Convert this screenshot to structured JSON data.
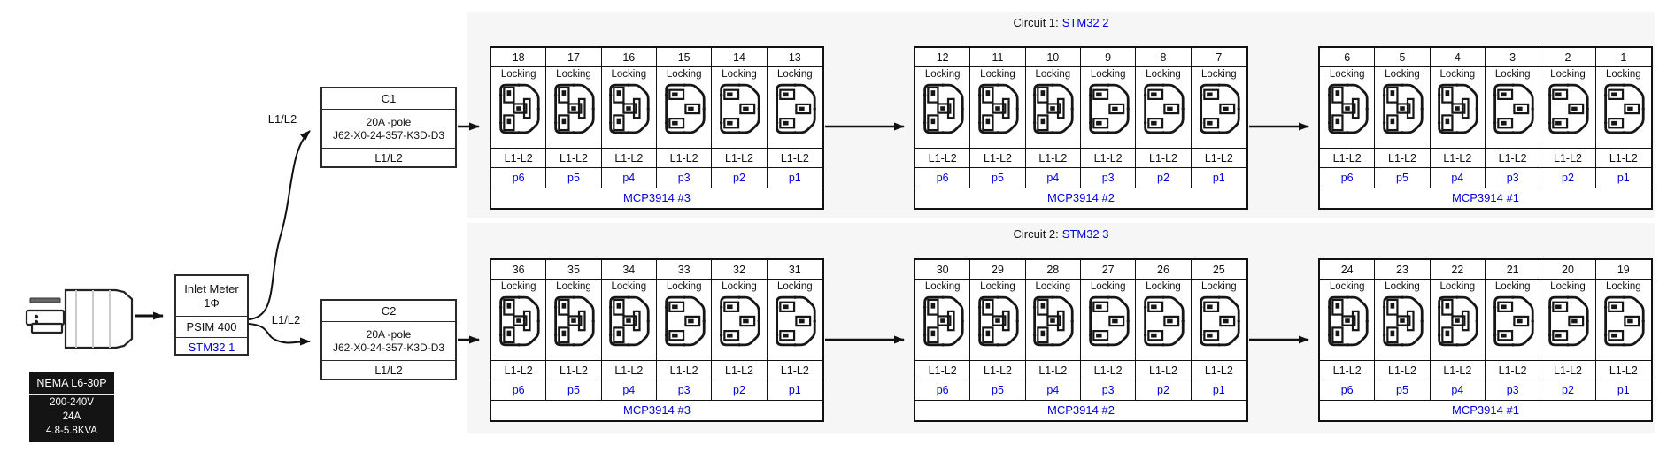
{
  "colors": {
    "blue": "#0000dd",
    "panel_bg": "#f6f6f6",
    "ink": "#141414"
  },
  "nema_label": {
    "title": "NEMA L6-30P",
    "specs": [
      "200-240V",
      "24A",
      "4.8-5.8KVA"
    ]
  },
  "inlet_meter": {
    "name": "Inlet Meter",
    "phase": "1Φ",
    "model": "PSIM 400",
    "mcu": "STM32 1"
  },
  "feeder_labels": {
    "to_c1": "L1/L2",
    "to_c2": "L1/L2"
  },
  "breakers": [
    {
      "id": "C1",
      "rating": "20A -pole",
      "part": "J62-X0-24-357-K3D-D3",
      "lines": "L1/L2"
    },
    {
      "id": "C2",
      "rating": "20A -pole",
      "part": "J62-X0-24-357-K3D-D3",
      "lines": "L1/L2"
    }
  ],
  "outlet_defaults": {
    "type_label": "Locking",
    "pair_label": "L1-L2"
  },
  "circuits": [
    {
      "title": "Circuit 1:",
      "mcu": "STM32 2",
      "groups": [
        {
          "adc": "MCP3914 #3",
          "outlets": [
            {
              "n": "18",
              "icon": "a",
              "ch": "p6"
            },
            {
              "n": "17",
              "icon": "a",
              "ch": "p5"
            },
            {
              "n": "16",
              "icon": "a",
              "ch": "p4"
            },
            {
              "n": "15",
              "icon": "b",
              "ch": "p3"
            },
            {
              "n": "14",
              "icon": "b",
              "ch": "p2"
            },
            {
              "n": "13",
              "icon": "b",
              "ch": "p1"
            }
          ]
        },
        {
          "adc": "MCP3914 #2",
          "outlets": [
            {
              "n": "12",
              "icon": "a",
              "ch": "p6"
            },
            {
              "n": "11",
              "icon": "a",
              "ch": "p5"
            },
            {
              "n": "10",
              "icon": "a",
              "ch": "p4"
            },
            {
              "n": "9",
              "icon": "b",
              "ch": "p3"
            },
            {
              "n": "8",
              "icon": "b",
              "ch": "p2"
            },
            {
              "n": "7",
              "icon": "b",
              "ch": "p1"
            }
          ]
        },
        {
          "adc": "MCP3914 #1",
          "outlets": [
            {
              "n": "6",
              "icon": "a",
              "ch": "p6"
            },
            {
              "n": "5",
              "icon": "a",
              "ch": "p5"
            },
            {
              "n": "4",
              "icon": "a",
              "ch": "p4"
            },
            {
              "n": "3",
              "icon": "b",
              "ch": "p3"
            },
            {
              "n": "2",
              "icon": "b",
              "ch": "p2"
            },
            {
              "n": "1",
              "icon": "b",
              "ch": "p1"
            }
          ]
        }
      ]
    },
    {
      "title": "Circuit 2:",
      "mcu": "STM32 3",
      "groups": [
        {
          "adc": "MCP3914 #3",
          "outlets": [
            {
              "n": "36",
              "icon": "a",
              "ch": "p6"
            },
            {
              "n": "35",
              "icon": "a",
              "ch": "p5"
            },
            {
              "n": "34",
              "icon": "a",
              "ch": "p4"
            },
            {
              "n": "33",
              "icon": "b",
              "ch": "p3"
            },
            {
              "n": "32",
              "icon": "b",
              "ch": "p2"
            },
            {
              "n": "31",
              "icon": "b",
              "ch": "p1"
            }
          ]
        },
        {
          "adc": "MCP3914 #2",
          "outlets": [
            {
              "n": "30",
              "icon": "a",
              "ch": "p6"
            },
            {
              "n": "29",
              "icon": "a",
              "ch": "p5"
            },
            {
              "n": "28",
              "icon": "a",
              "ch": "p4"
            },
            {
              "n": "27",
              "icon": "b",
              "ch": "p3"
            },
            {
              "n": "26",
              "icon": "b",
              "ch": "p2"
            },
            {
              "n": "25",
              "icon": "b",
              "ch": "p1"
            }
          ]
        },
        {
          "adc": "MCP3914 #1",
          "outlets": [
            {
              "n": "24",
              "icon": "a",
              "ch": "p6"
            },
            {
              "n": "23",
              "icon": "a",
              "ch": "p5"
            },
            {
              "n": "22",
              "icon": "a",
              "ch": "p4"
            },
            {
              "n": "21",
              "icon": "b",
              "ch": "p3"
            },
            {
              "n": "20",
              "icon": "b",
              "ch": "p2"
            },
            {
              "n": "19",
              "icon": "b",
              "ch": "p1"
            }
          ]
        }
      ]
    }
  ]
}
